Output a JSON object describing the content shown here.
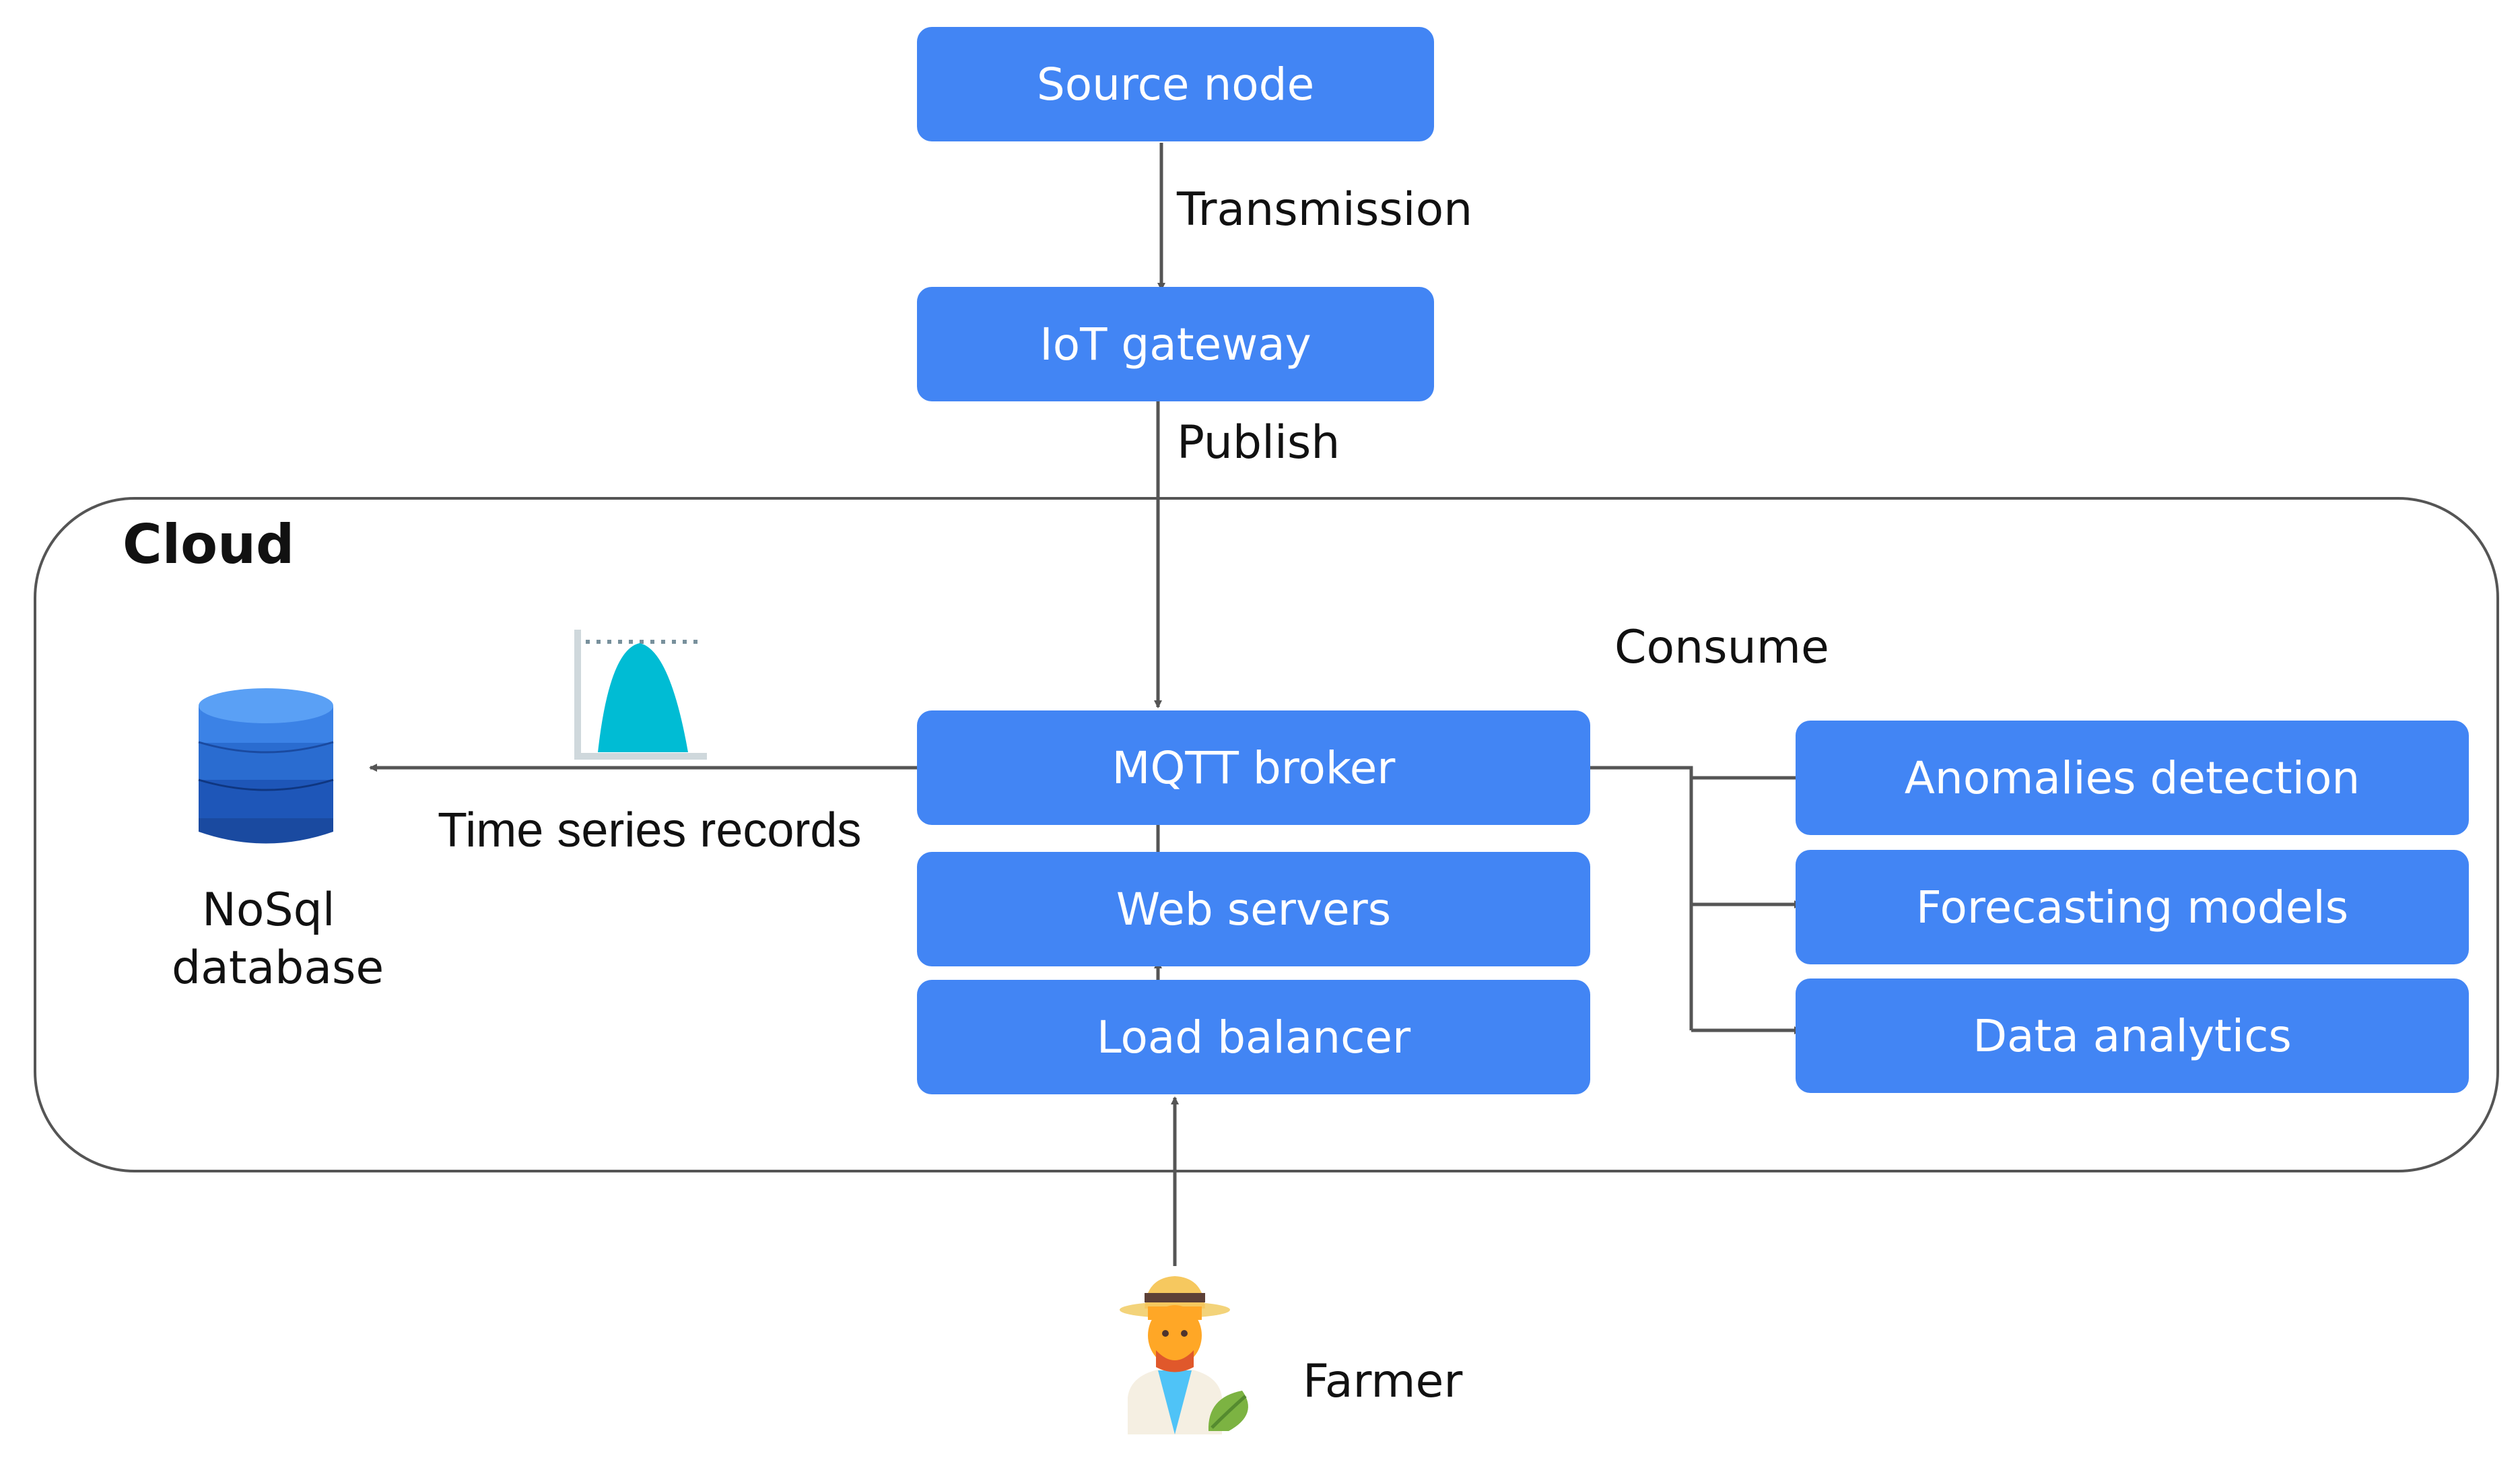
{
  "nodes": {
    "source_node": "Source node",
    "iot_gateway": "IoT gateway",
    "mqtt_broker": "MQTT broker",
    "web_servers": "Web servers",
    "load_balancer": "Load balancer",
    "anomalies_detection": "Anomalies detection",
    "forecasting_models": "Forecasting models",
    "data_analytics": "Data analytics"
  },
  "edge_labels": {
    "transmission": "Transmission",
    "publish": "Publish",
    "consume": "Consume",
    "time_series_records": "Time series records"
  },
  "cloud": {
    "title": "Cloud"
  },
  "database": {
    "line1": "NoSql",
    "line2": "database"
  },
  "farmer": {
    "label": "Farmer"
  },
  "icons": [
    "database-icon",
    "time-series-chart-icon",
    "farmer-icon"
  ],
  "colors": {
    "node_fill": "#4285f4",
    "node_text": "#ffffff",
    "edge": "#555555",
    "chart_fill": "#00bcd4"
  }
}
